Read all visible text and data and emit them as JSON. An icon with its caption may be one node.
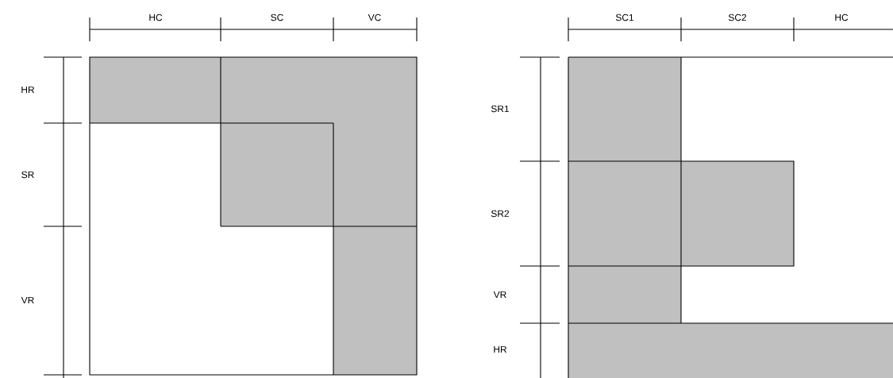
{
  "diagram": {
    "labels": [
      "HC",
      "SC",
      "VC",
      "HR",
      "SR",
      "VR",
      "SC1",
      "SC2",
      "HC",
      "SR1",
      "SR2",
      "VR",
      "HR"
    ]
  }
}
